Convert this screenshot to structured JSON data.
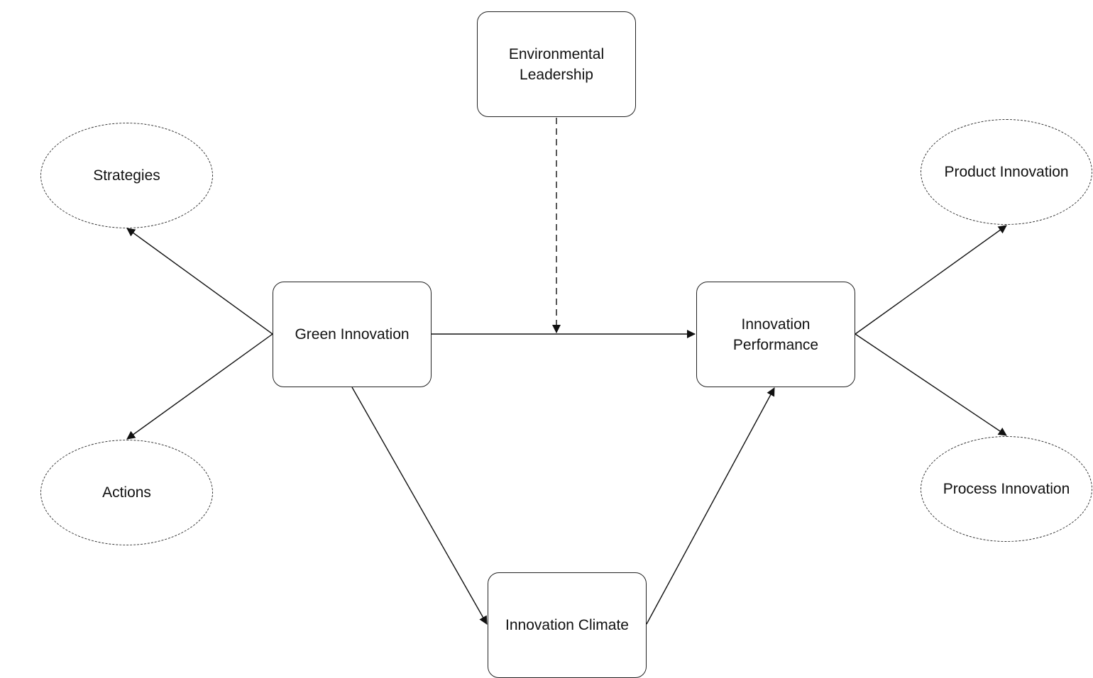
{
  "nodes": {
    "environmental_leadership": {
      "line1": "Environmental",
      "line2": "Leadership"
    },
    "green_innovation": {
      "label": "Green Innovation"
    },
    "innovation_performance": {
      "line1": "Innovation",
      "line2": "Performance"
    },
    "innovation_climate": {
      "label": "Innovation Climate"
    },
    "strategies": {
      "label": "Strategies"
    },
    "actions": {
      "label": "Actions"
    },
    "product_innovation": {
      "label": "Product Innovation"
    },
    "process_innovation": {
      "label": "Process Innovation"
    }
  },
  "edges": [
    {
      "from": "green_innovation",
      "to": "innovation_performance",
      "style": "solid"
    },
    {
      "from": "environmental_leadership",
      "to": "green_innovation->innovation_performance",
      "style": "dashed"
    },
    {
      "from": "green_innovation",
      "to": "strategies",
      "style": "solid"
    },
    {
      "from": "green_innovation",
      "to": "actions",
      "style": "solid"
    },
    {
      "from": "green_innovation",
      "to": "innovation_climate",
      "style": "solid"
    },
    {
      "from": "innovation_climate",
      "to": "innovation_performance",
      "style": "solid"
    },
    {
      "from": "innovation_performance",
      "to": "product_innovation",
      "style": "solid"
    },
    {
      "from": "innovation_performance",
      "to": "process_innovation",
      "style": "solid"
    }
  ],
  "colors": {
    "stroke": "#222222",
    "text": "#111111",
    "background": "#ffffff"
  }
}
